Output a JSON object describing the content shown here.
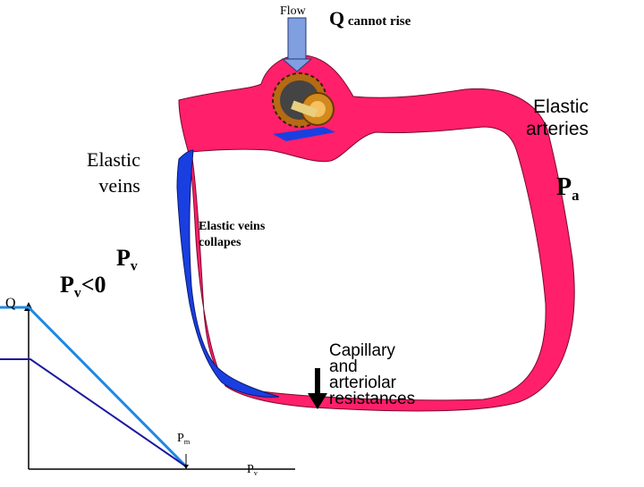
{
  "labels": {
    "flow": "Flow",
    "q_cannot_rise_q": "Q",
    "q_cannot_rise_rest": " cannot rise",
    "elastic_arteries_line1": "Elastic",
    "elastic_arteries_line2": "arteries",
    "elastic_veins_line1": "Elastic",
    "elastic_veins_line2": "veins",
    "pa_main": "P",
    "pa_sub": "a",
    "veins_collapse_line1": "Elastic veins",
    "veins_collapse_line2": "collapes",
    "pv_main": "P",
    "pv_sub": "v",
    "pv_lt0_main": "P",
    "pv_lt0_sub": "v",
    "pv_lt0_rest": "<0",
    "q_axis": "Q",
    "capillary_line1": "Capillary",
    "capillary_line2": "and",
    "capillary_line3": "arteriolar",
    "capillary_line4": "resistances",
    "pm_main": "P",
    "pm_sub": "m",
    "pv_axis_main": "P",
    "pv_axis_sub": "v"
  },
  "colors": {
    "artery": "#ff1f6b",
    "vein": "#1a3fe0",
    "curve_high": "#1e88e5",
    "curve_low": "#1a1aa0",
    "pump_arrow": "#7f9fe0",
    "pump_body": "#d08a1e"
  },
  "icons": {
    "pump": "gear-pump-icon",
    "flow_arrow": "flow-down-arrow-icon",
    "resistance_arrow": "resistance-down-arrow-icon"
  },
  "chart_data": {
    "type": "line",
    "xlabel": "Pv",
    "ylabel": "Q",
    "annotations": [
      "Pm"
    ],
    "series": [
      {
        "points": [
          [
            0,
            1.0
          ],
          [
            1,
            1.0
          ],
          [
            5,
            0
          ]
        ]
      },
      {
        "points": [
          [
            0,
            0.7
          ],
          [
            1,
            0.7
          ],
          [
            5,
            0
          ]
        ]
      }
    ]
  }
}
